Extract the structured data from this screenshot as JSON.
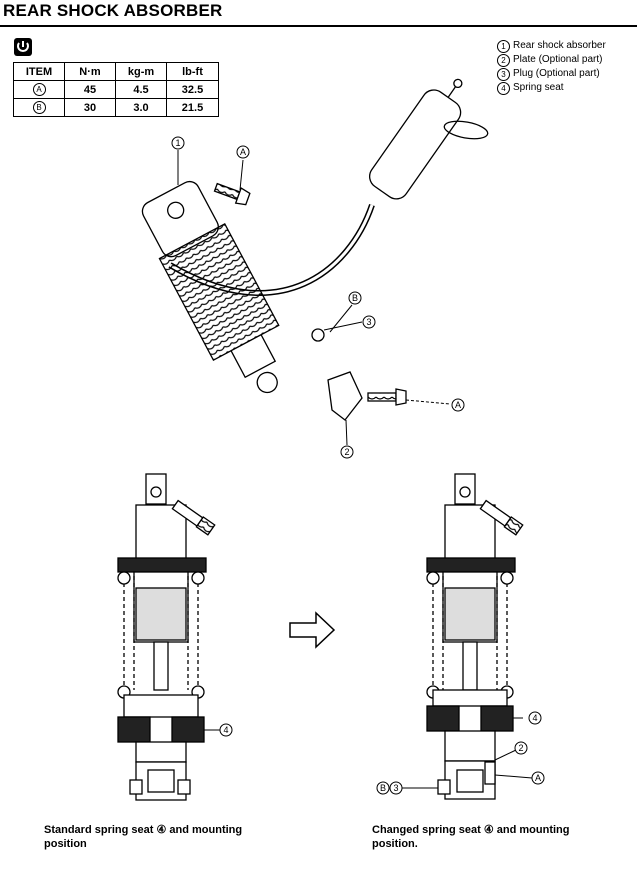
{
  "page": {
    "title": "REAR SHOCK ABSORBER"
  },
  "torque_table": {
    "headers": [
      "ITEM",
      "N·m",
      "kg-m",
      "lb-ft"
    ],
    "rows": [
      {
        "item": "A",
        "nm": "45",
        "kgm": "4.5",
        "lbft": "32.5"
      },
      {
        "item": "B",
        "nm": "30",
        "kgm": "3.0",
        "lbft": "21.5"
      }
    ]
  },
  "legend": [
    {
      "num": "1",
      "label": "Rear shock absorber"
    },
    {
      "num": "2",
      "label": "Plate (Optional part)"
    },
    {
      "num": "3",
      "label": "Plug (Optional part)"
    },
    {
      "num": "4",
      "label": "Spring seat"
    }
  ],
  "callouts": {
    "one": "1",
    "two": "2",
    "three": "3",
    "four": "4",
    "a": "A",
    "b": "B"
  },
  "captions": {
    "standard_line1": "Standard spring seat ④ and mounting",
    "standard_line2": "position",
    "changed_line1": "Changed spring seat ④ and mounting",
    "changed_line2": "position."
  }
}
